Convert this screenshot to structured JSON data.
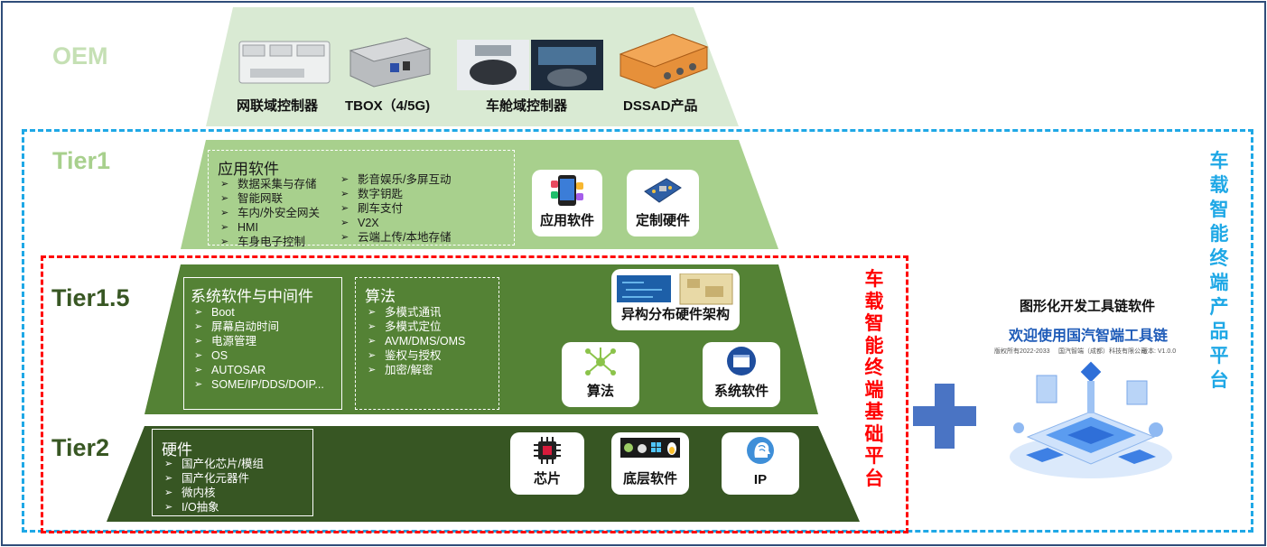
{
  "tiers": {
    "oem": {
      "label": "OEM",
      "devices": [
        "网联域控制器",
        "TBOX（4/5G)",
        "车舱域控制器",
        "DSSAD产品"
      ]
    },
    "tier1": {
      "label": "Tier1",
      "box_title": "应用软件",
      "list_left": [
        "数据采集与存储",
        "智能网联",
        "车内/外安全网关",
        "HMI",
        "车身电子控制"
      ],
      "list_right": [
        "影音娱乐/多屏互动",
        "数字钥匙",
        "刷车支付",
        "V2X",
        "云端上传/本地存储"
      ],
      "cards": [
        "应用软件",
        "定制硬件"
      ]
    },
    "tier15": {
      "label": "Tier1.5",
      "box1_title": "系统软件与中间件",
      "box1_items": [
        "Boot",
        "屏幕启动时间",
        "电源管理",
        "OS",
        "AUTOSAR",
        "SOME/IP/DDS/DOIP..."
      ],
      "box2_title": "算法",
      "box2_items": [
        "多模式通讯",
        "多模式定位",
        "AVM/DMS/OMS",
        "鉴权与授权",
        "加密/解密"
      ],
      "cards": [
        "异构分布硬件架构",
        "算法",
        "系统软件"
      ]
    },
    "tier2": {
      "label": "Tier2",
      "box_title": "硬件",
      "box_items": [
        "国产化芯片/模组",
        "国产化元器件",
        "微内核",
        "I/O抽象"
      ],
      "cards": [
        "芯片",
        "底层软件",
        "IP"
      ]
    }
  },
  "side_labels": {
    "red": "车载智能终端基础平台",
    "blue": "车载智能终端产品平台"
  },
  "toolchain": {
    "heading": "图形化开发工具链软件",
    "welcome": "欢迎使用国汽智端工具链",
    "copyright": "版权所有2022-2033",
    "company": "国汽智端（成都）科技有限公司",
    "version": "版本: V1.0.0"
  },
  "colors": {
    "oem": "#d9ead3",
    "tier1": "#a8d08d",
    "tier15": "#548235",
    "tier2": "#375623",
    "red_dash": "#ff0000",
    "blue_dash": "#1fa8e6",
    "plus": "#4a74c4"
  }
}
